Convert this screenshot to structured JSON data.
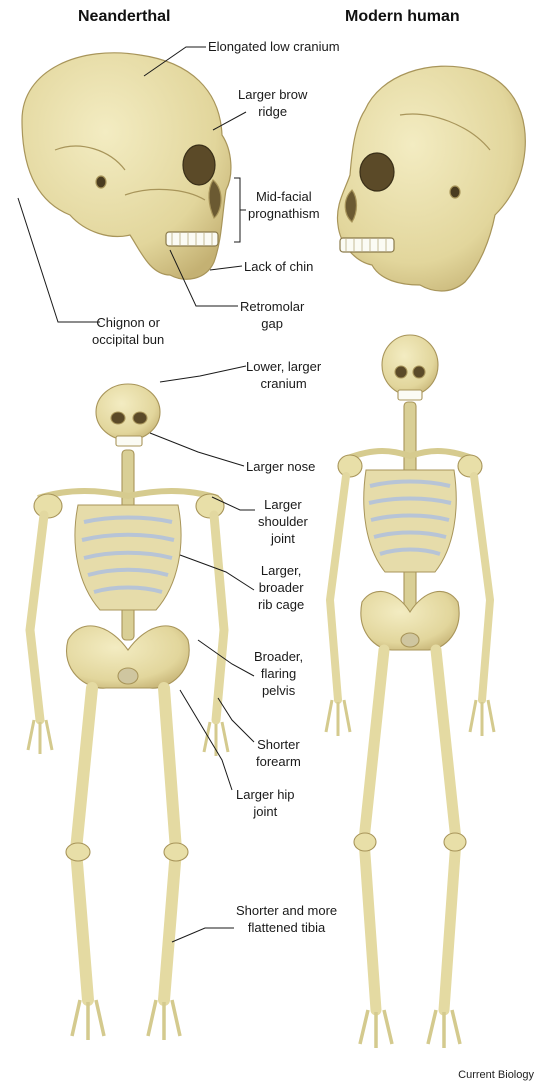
{
  "headings": {
    "left": "Neanderthal",
    "right": "Modern human"
  },
  "labels": {
    "elongated_cranium": "Elongated low cranium",
    "brow_ridge": [
      "Larger brow",
      "ridge"
    ],
    "prognathism": [
      "Mid-facial",
      "prognathism"
    ],
    "chin": "Lack of chin",
    "retromolar": [
      "Retromolar",
      "gap"
    ],
    "chignon": [
      "Chignon or",
      "occipital bun"
    ],
    "lower_cranium": [
      "Lower, larger",
      "cranium"
    ],
    "nose": "Larger nose",
    "shoulder": [
      "Larger",
      "shoulder",
      "joint"
    ],
    "rib_cage": [
      "Larger,",
      "broader",
      "rib cage"
    ],
    "pelvis": [
      "Broader,",
      "flaring",
      "pelvis"
    ],
    "forearm": [
      "Shorter",
      "forearm"
    ],
    "hip": [
      "Larger hip",
      "joint"
    ],
    "tibia": [
      "Shorter and more",
      "flattened tibia"
    ]
  },
  "credit": "Current Biology",
  "colors": {
    "bone": "#e8dfa8",
    "bone_shade": "#c9b97a",
    "bone_outline": "#a8955a",
    "rib_blue": "#b7c4d6",
    "teeth": "#fbfbf4",
    "leader": "#1a1a1a"
  }
}
